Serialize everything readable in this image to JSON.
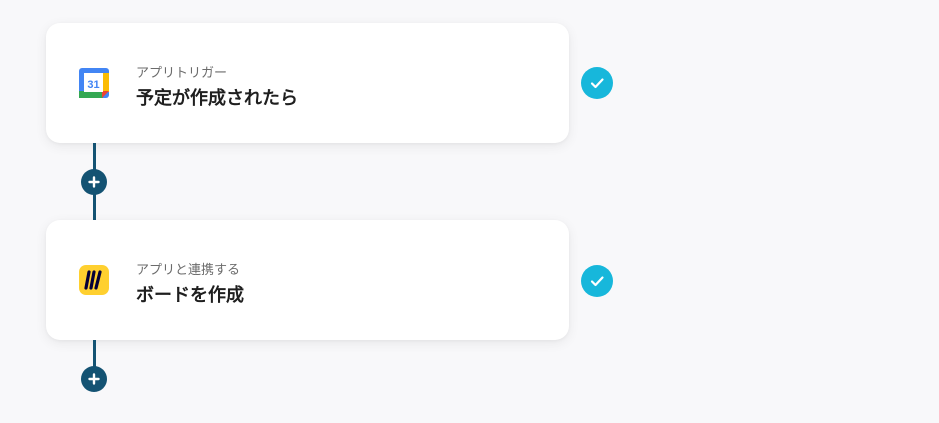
{
  "steps": [
    {
      "subtitle": "アプリトリガー",
      "title": "予定が作成されたら",
      "icon": "google-calendar-icon",
      "icon_text": "31",
      "status": "check-icon"
    },
    {
      "subtitle": "アプリと連携する",
      "title": "ボードを作成",
      "icon": "miro-icon",
      "status": "check-icon"
    }
  ],
  "add_step": {
    "icon": "plus-icon"
  },
  "colors": {
    "background": "#f8f8fa",
    "connector": "#145373",
    "check": "#17b7db",
    "miro_yellow": "#ffd02f",
    "gcal_blue": "#4285f4",
    "gcal_green": "#34a853",
    "gcal_yellow": "#fbbc04",
    "gcal_red": "#ea4335"
  }
}
